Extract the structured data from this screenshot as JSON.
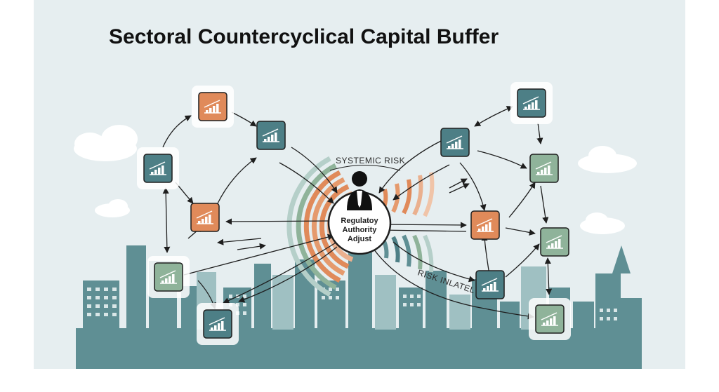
{
  "title": "Sectoral Countercyclical Capital Buffer",
  "hub": {
    "lines": [
      "Regulatoy",
      "Authority",
      "Adjust"
    ]
  },
  "labels": {
    "systemic_risk": "SYSTEMIC RISK",
    "risk_level": "RISK INLATEL"
  },
  "colors": {
    "sky": "#e6eef0",
    "city": "#5f8f94",
    "city_light": "#9fc0c2",
    "node_dark": "#4d7f86",
    "node_green": "#8fb39a",
    "node_orange": "#e08a5a",
    "arrow": "#1e1e1e"
  },
  "icons": {
    "node": "bar-chart-icon",
    "person": "person-icon"
  }
}
